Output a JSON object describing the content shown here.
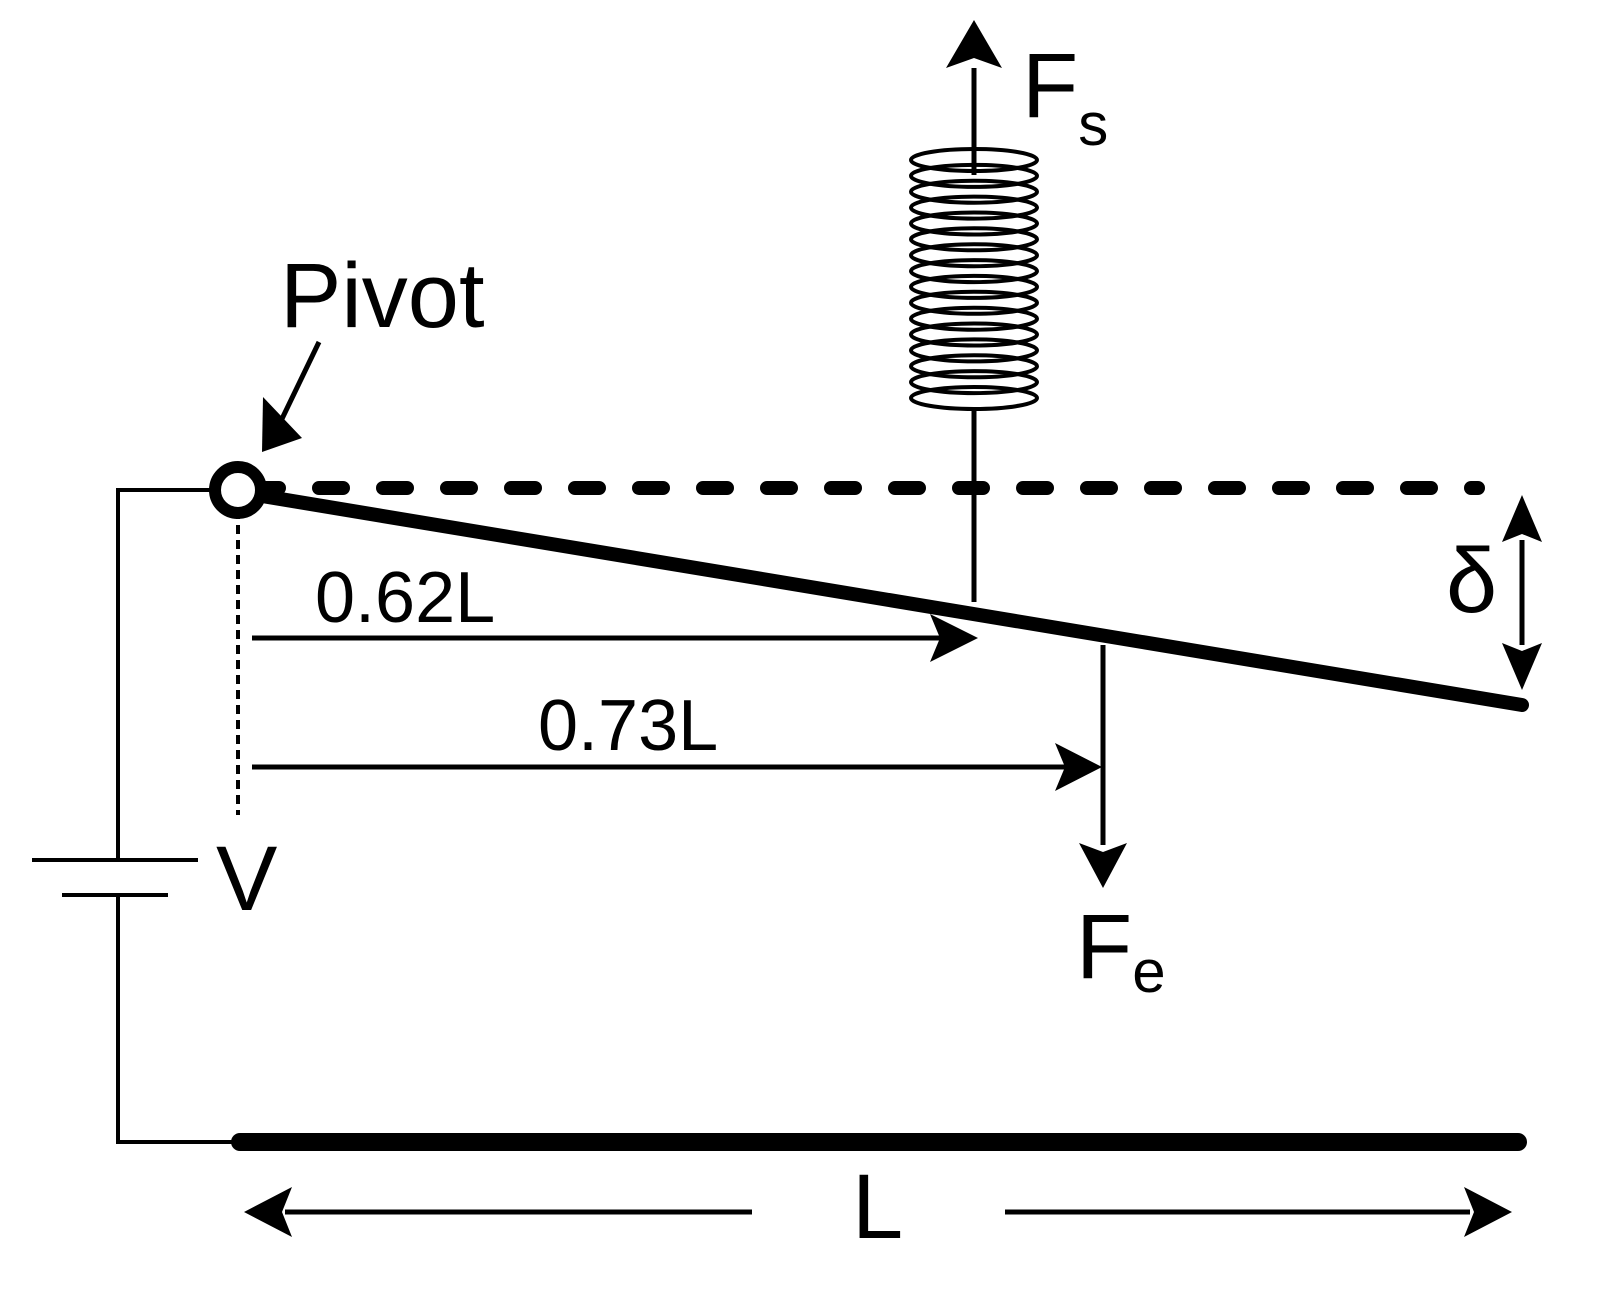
{
  "diagram": {
    "colors": {
      "ink": "#000000",
      "background": "#ffffff"
    },
    "labels": {
      "pivot": "Pivot",
      "fs_main": "F",
      "fs_sub": "s",
      "fe_main": "F",
      "fe_sub": "e",
      "delta": "δ",
      "dist_short": "0.62L",
      "dist_long": "0.73L",
      "voltage": "V",
      "length": "L"
    }
  }
}
